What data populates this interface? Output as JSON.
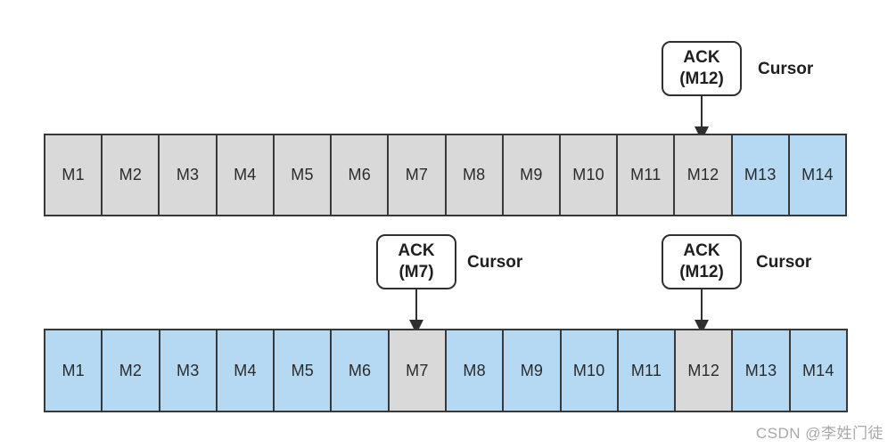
{
  "diagram": {
    "cursor_markers": [
      {
        "line1": "ACK",
        "line2": "(M12)",
        "label": "Cursor",
        "row": 0,
        "target": "M12"
      },
      {
        "line1": "ACK",
        "line2": "(M7)",
        "label": "Cursor",
        "row": 1,
        "target": "M7"
      },
      {
        "line1": "ACK",
        "line2": "(M12)",
        "label": "Cursor",
        "row": 1,
        "target": "M12"
      }
    ],
    "rows": [
      {
        "name": "top-queue",
        "cells": [
          {
            "label": "M1",
            "state": "gray"
          },
          {
            "label": "M2",
            "state": "gray"
          },
          {
            "label": "M3",
            "state": "gray"
          },
          {
            "label": "M4",
            "state": "gray"
          },
          {
            "label": "M5",
            "state": "gray"
          },
          {
            "label": "M6",
            "state": "gray"
          },
          {
            "label": "M7",
            "state": "gray"
          },
          {
            "label": "M8",
            "state": "gray"
          },
          {
            "label": "M9",
            "state": "gray"
          },
          {
            "label": "M10",
            "state": "gray"
          },
          {
            "label": "M11",
            "state": "gray"
          },
          {
            "label": "M12",
            "state": "gray"
          },
          {
            "label": "M13",
            "state": "blue"
          },
          {
            "label": "M14",
            "state": "blue"
          }
        ]
      },
      {
        "name": "bottom-queue",
        "cells": [
          {
            "label": "M1",
            "state": "blue"
          },
          {
            "label": "M2",
            "state": "blue"
          },
          {
            "label": "M3",
            "state": "blue"
          },
          {
            "label": "M4",
            "state": "blue"
          },
          {
            "label": "M5",
            "state": "blue"
          },
          {
            "label": "M6",
            "state": "blue"
          },
          {
            "label": "M7",
            "state": "gray"
          },
          {
            "label": "M8",
            "state": "blue"
          },
          {
            "label": "M9",
            "state": "blue"
          },
          {
            "label": "M10",
            "state": "blue"
          },
          {
            "label": "M11",
            "state": "blue"
          },
          {
            "label": "M12",
            "state": "gray"
          },
          {
            "label": "M13",
            "state": "blue"
          },
          {
            "label": "M14",
            "state": "blue"
          }
        ]
      }
    ]
  },
  "watermark": "CSDN @李姓门徒",
  "colors": {
    "gray_cell": "#d9d9d9",
    "blue_cell": "#b5d9f2",
    "border": "#383838",
    "cell_text": "#2b2b2b",
    "box_border": "#2f2f2f",
    "arrow": "#2f2f2f",
    "watermark": "#a8a8a8"
  }
}
